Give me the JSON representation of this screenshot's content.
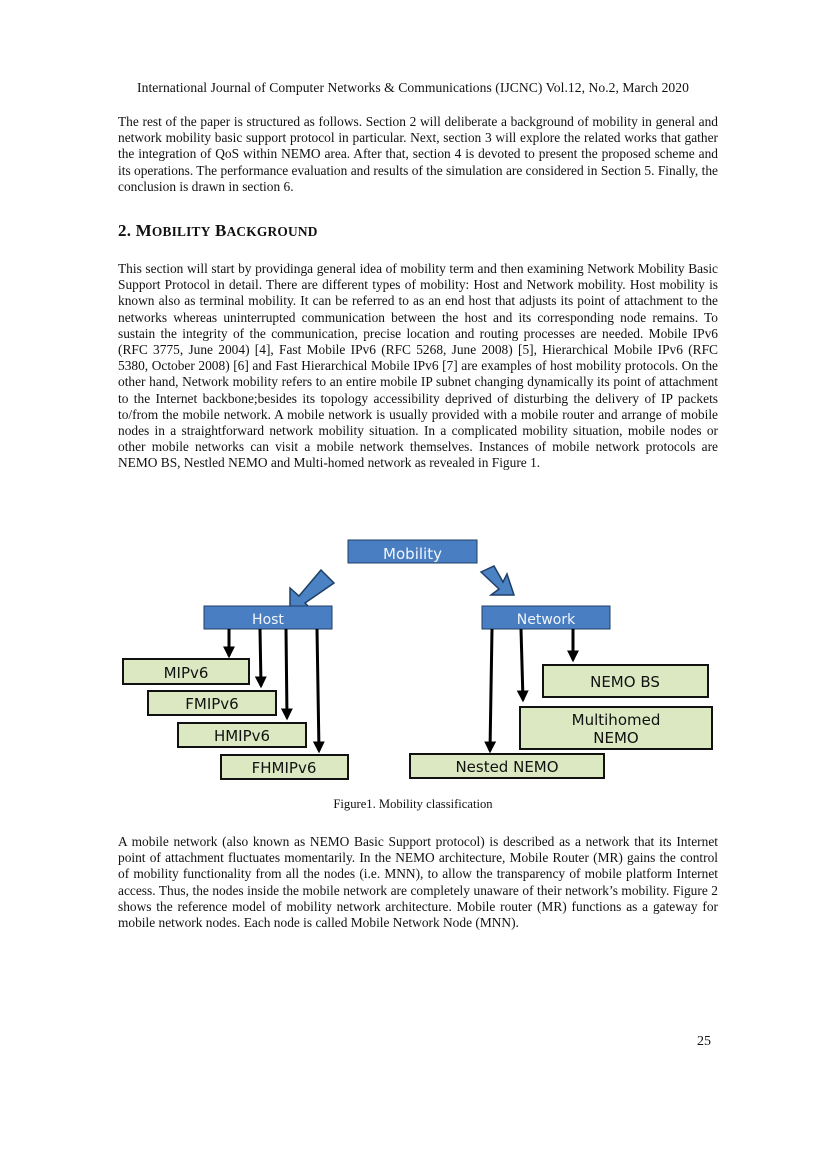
{
  "header": {
    "running_title": "International Journal of Computer Networks & Communications (IJCNC) Vol.12, No.2, March 2020"
  },
  "paragraphs": {
    "intro": "The rest of the paper is structured as follows. Section 2 will deliberate a background of mobility in general and network mobility basic support protocol in particular. Next, section 3 will explore the related works that gather the integration of QoS within NEMO area. After that, section 4 is devoted to present the proposed scheme and its operations. The performance evaluation and results of the simulation are considered in Section 5. Finally, the conclusion is drawn in section 6.",
    "background": "This section will start by providinga general idea of mobility term and then examining Network Mobility Basic Support Protocol in detail. There are different types of mobility: Host and Network mobility. Host mobility is known also as terminal mobility. It can be referred to as an end host that adjusts its point of attachment to the networks whereas uninterrupted communication between the host and its corresponding node remains.  To sustain the integrity of the communication, precise location and routing processes are needed. Mobile IPv6 (RFC 3775, June 2004) [4], Fast Mobile IPv6 (RFC 5268, June 2008) [5], Hierarchical Mobile IPv6 (RFC 5380, October 2008) [6] and Fast Hierarchical Mobile IPv6 [7] are examples of host mobility protocols. On the other hand, Network mobility refers to an entire mobile IP subnet changing dynamically its point of attachment to the Internet backbone;besides its topology accessibility deprived of disturbing the delivery of IP packets to/from the mobile network. A mobile network is usually provided with a mobile router and arrange of mobile nodes in a straightforward network mobility situation. In a complicated mobility situation, mobile nodes or other mobile networks can visit a mobile network themselves. Instances of mobile network protocols are NEMO BS, Nestled NEMO and Multi-homed network as revealed in Figure 1.",
    "nemo": "A mobile network (also known as NEMO Basic Support protocol) is described as a network that its Internet point of attachment fluctuates momentarily. In the NEMO architecture, Mobile Router (MR) gains the control of mobility functionality from all the nodes (i.e. MNN), to allow the transparency of mobile platform Internet access.  Thus, the nodes inside the mobile network are completely unaware of their network’s mobility. Figure 2 shows the reference model of mobility network architecture. Mobile router (MR) functions as a gateway for mobile network nodes. Each node is called Mobile Network Node (MNN)."
  },
  "section": {
    "number": "2.",
    "title_cap1": "M",
    "title_rest1": "OBILITY",
    "title_cap2": "B",
    "title_rest2": "ACKGROUND"
  },
  "figure": {
    "root": "Mobility",
    "host": "Host",
    "network": "Network",
    "host_children": [
      "MIPv6",
      "FMIPv6",
      "HMIPv6",
      "FHMIPv6"
    ],
    "network_children": [
      "NEMO BS",
      "Multihomed",
      "NEMO",
      "Nested NEMO"
    ],
    "colors": {
      "blue_box": "#4a7ec2",
      "blue_text": "#f2f6fb",
      "green_box": "#dbe8c1",
      "arrow_blue": "#4b82c4"
    },
    "caption": "Figure1. Mobility classification"
  },
  "page_number": "25"
}
